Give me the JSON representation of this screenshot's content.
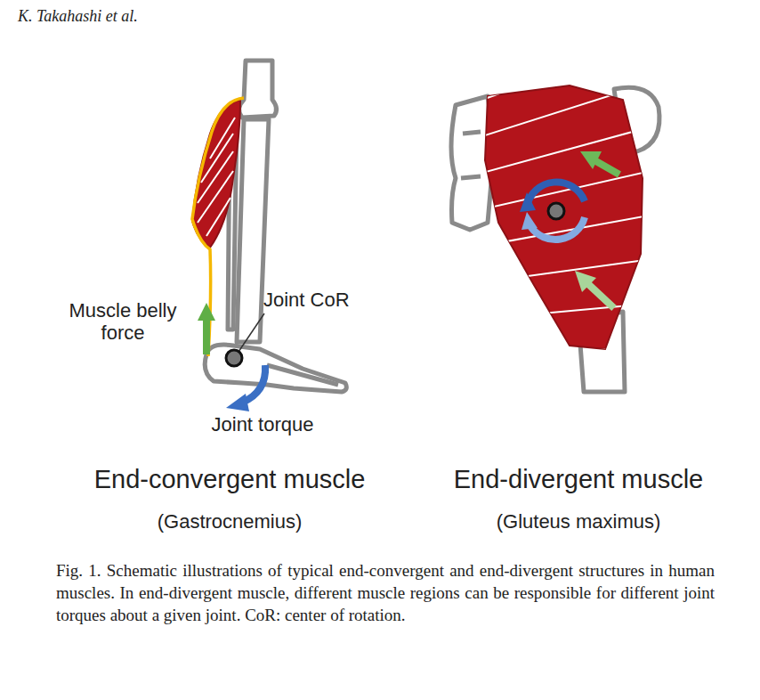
{
  "diagram": {
    "caption": "Fig. 1. Schematic illustrations of typical end-convergent and end-divergent structures in human muscles. In end-divergent muscle, different muscle regions can be responsible for different joint torques about a given joint. CoR: center of rotation.",
    "labels": [
      "K. Takahashi et al.",
      "Muscle belly force",
      "Joint CoR",
      "Joint torque",
      "End-convergent muscle",
      "(Gastrocnemius)",
      "End-divergent muscle",
      "(Gluteus maximus)"
    ]
  }
}
